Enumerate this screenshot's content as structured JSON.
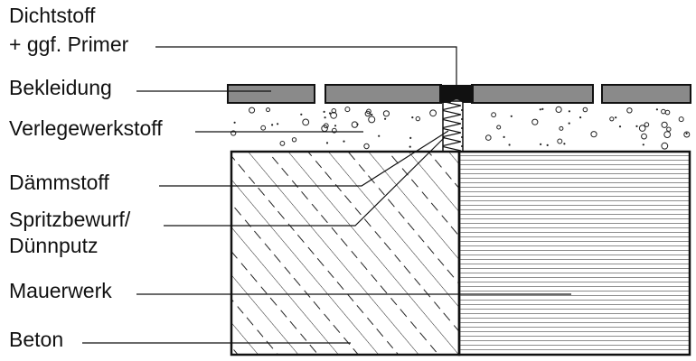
{
  "labels": {
    "sealant_line1": "Dichtstoff",
    "sealant_line2": "+ ggf. Primer",
    "cladding": "Bekleidung",
    "adhesive": "Verlegewerkstoff",
    "insulation": "Dämmstoff",
    "render_line1": "Spritzbewurf/",
    "render_line2": "Dünnputz",
    "masonry": "Mauerwerk",
    "concrete": "Beton"
  },
  "colors": {
    "line": "#111111",
    "tile": "#8a8a8a",
    "sealant": "#111111",
    "background": "#ffffff"
  }
}
